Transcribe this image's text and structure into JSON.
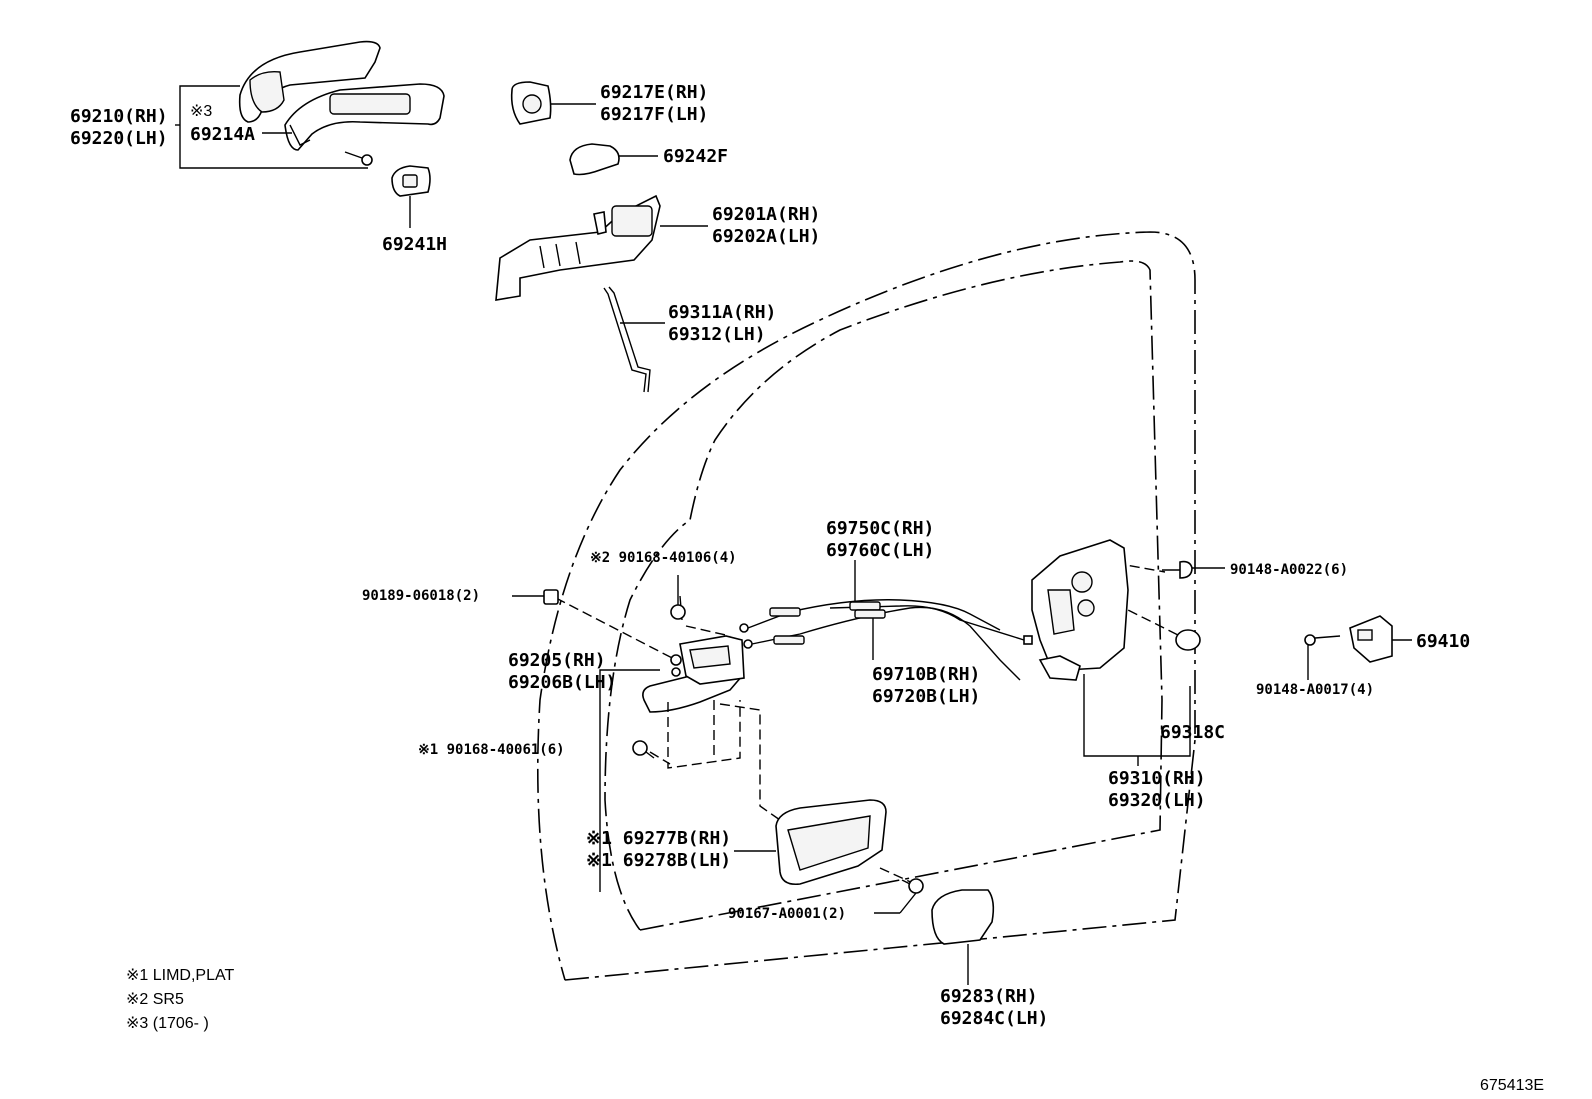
{
  "diagram_id": "675413E",
  "notes": [
    "※1 LIMD,PLAT",
    "※2 SR5",
    "※3 (1706-        )"
  ],
  "labels": {
    "p69210": "69210(RH)",
    "p69220": "69220(LH)",
    "p69214A": "69214A",
    "note3_mark": "※3",
    "p69241H": "69241H",
    "p69217E": "69217E(RH)",
    "p69217F": "69217F(LH)",
    "p69242F": "69242F",
    "p69201A": "69201A(RH)",
    "p69202A": "69202A(LH)",
    "p69311A": "69311A(RH)",
    "p69312": "69312(LH)",
    "p69750C": "69750C(RH)",
    "p69760C": "69760C(LH)",
    "p90168_40106": "※2 90168-40106(4)",
    "p90189": "90189-06018(2)",
    "p69205": "69205(RH)",
    "p69206B": "69206B(LH)",
    "p90168_40061": "※1 90168-40061(6)",
    "p69710B": "69710B(RH)",
    "p69720B": "69720B(LH)",
    "p90148_A0022": "90148-A0022(6)",
    "p69410": "69410",
    "p90148_A0017": "90148-A0017(4)",
    "p69318C": "69318C",
    "p69310": "69310(RH)",
    "p69320": "69320(LH)",
    "p69277B": "※1 69277B(RH)",
    "p69278B": "※1 69278B(LH)",
    "p90167": "90167-A0001(2)",
    "p69283": "69283(RH)",
    "p69284C": "69284C(LH)"
  }
}
